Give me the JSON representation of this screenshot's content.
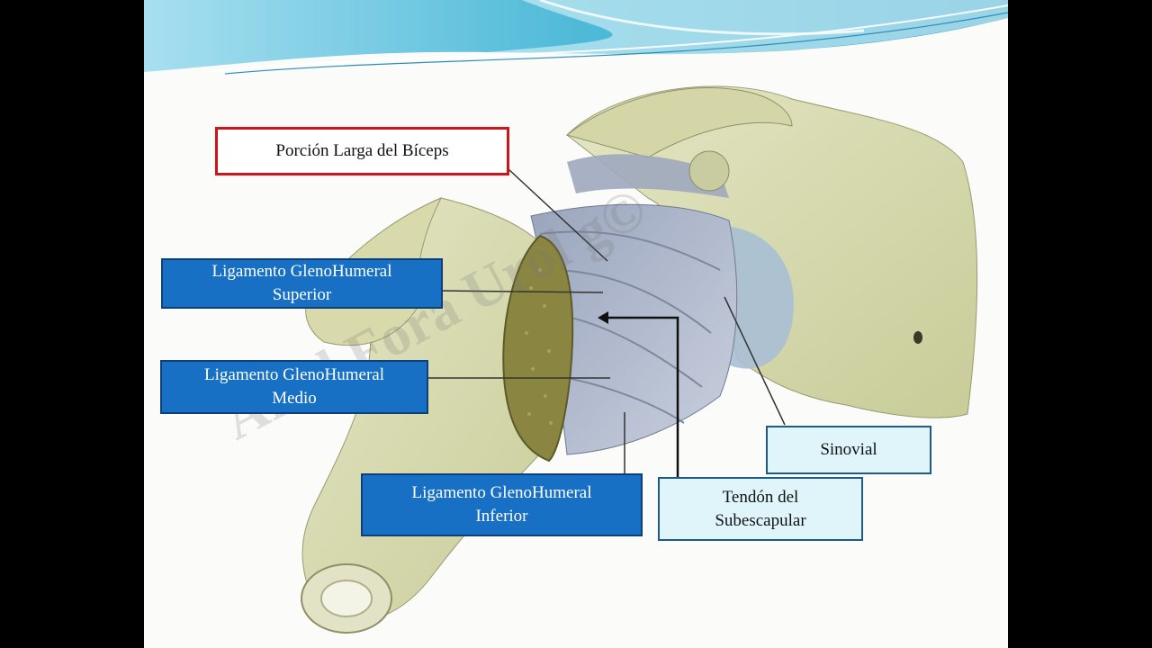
{
  "labels": {
    "biceps": "Porción Larga del Bíceps",
    "superior": "Ligamento GlenoHumeral Superior",
    "medio": "Ligamento GlenoHumeral Medio",
    "inferior": "Ligamento GlenoHumeral Inferior",
    "sinovial": "Sinovial",
    "subescapular": "Tendón del Subescapular"
  },
  "watermark": "Ariel Fora Urol g©",
  "colors": {
    "label_blue": "#1770c4",
    "label_light": "#dff5fa",
    "label_red_border": "#d0141c",
    "header_teal": "#5fc3de",
    "bone": "#d9dcb0",
    "ligament": "#aeb9cc"
  }
}
